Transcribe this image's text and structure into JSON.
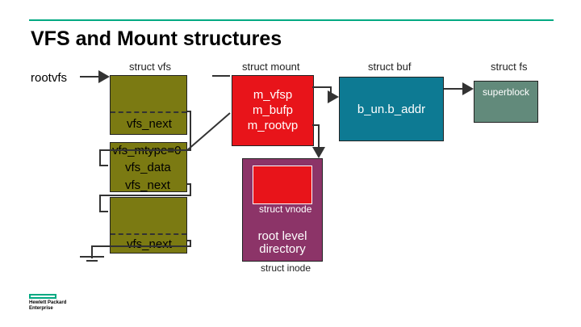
{
  "slide": {
    "title": "VFS and Mount structures"
  },
  "labels": {
    "rootvfs": "rootvfs",
    "struct_vfs": "struct vfs",
    "struct_mount": "struct mount",
    "struct_buf": "struct buf",
    "struct_fs": "struct fs",
    "struct_vnode": "struct vnode",
    "struct_inode": "struct inode"
  },
  "vfs_box1": {
    "field": "vfs_next"
  },
  "vfs_box2": {
    "fields": [
      "vfs_mtype=0",
      "vfs_data",
      "vfs_next"
    ]
  },
  "vfs_box3": {
    "field": "vfs_next"
  },
  "mount_box": {
    "fields": [
      "m_vfsp",
      "m_bufp",
      "m_rootvp"
    ]
  },
  "buf_box": {
    "field": "b_un.b_addr"
  },
  "fs_box": {
    "field": "superblock"
  },
  "inode_box": {
    "lines": [
      "root level",
      "directory"
    ]
  },
  "logo": {
    "lines": [
      "Hewlett Packard",
      "Enterprise"
    ]
  },
  "colors": {
    "accent": "#01a982",
    "vfs": "#7b7a12",
    "mount": "#e8141a",
    "buf": "#0d7a93",
    "fs": "#628a7b",
    "inode": "#8c3468",
    "vnode": "#e8141a"
  }
}
